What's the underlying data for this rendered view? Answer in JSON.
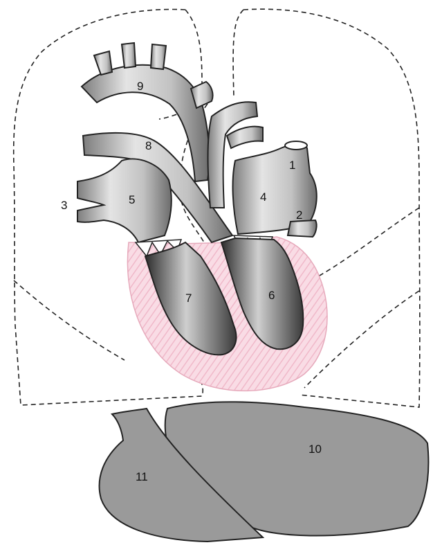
{
  "labels": {
    "l1": "1",
    "l2": "2",
    "l3": "3",
    "l4": "4",
    "l5": "5",
    "l6": "6",
    "l7": "7",
    "l8": "8",
    "l9": "9",
    "l10": "10",
    "l11": "11"
  },
  "colors": {
    "vessel": "#b9b9b9",
    "pericardium": "#f6c9d6",
    "liver": "#9a9a9a",
    "outline": "#222222"
  }
}
